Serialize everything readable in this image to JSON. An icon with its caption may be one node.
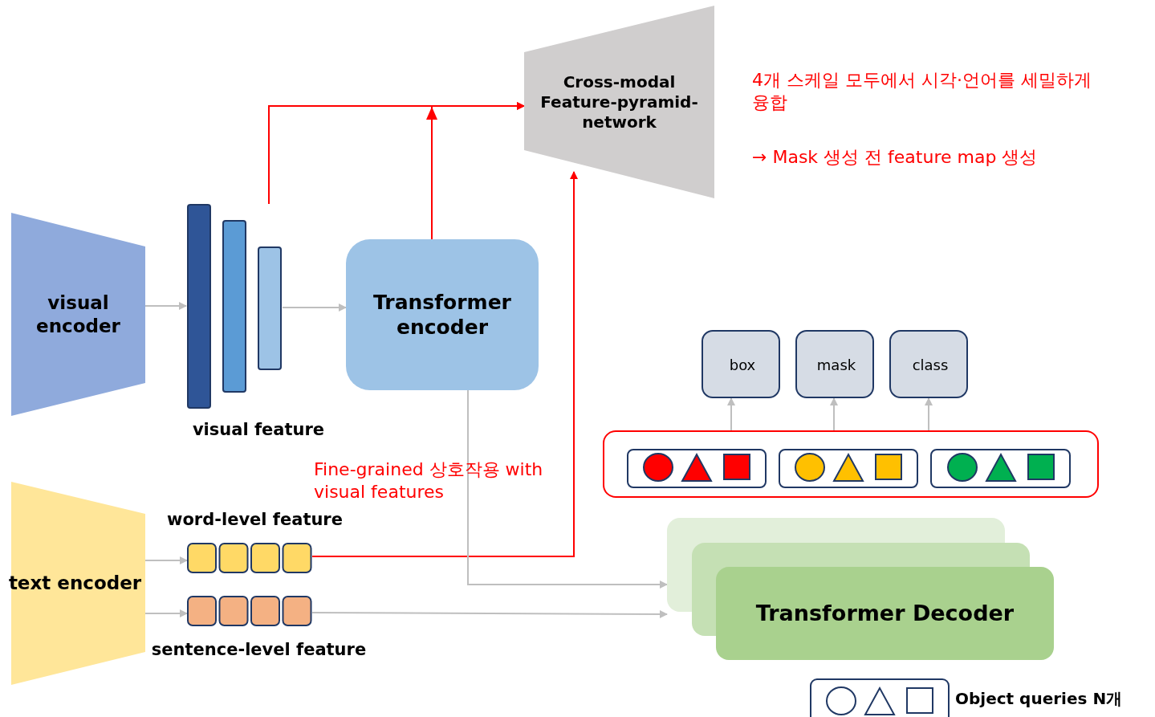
{
  "diagram": {
    "nodes": [
      {
        "text": [
          "visual encoder"
        ]
      },
      {
        "text": [],
        "shape": "bar",
        "beside": [
          "visual feature"
        ]
      },
      {
        "text": [
          "Transformer encoder"
        ]
      },
      {
        "text": [
          "Cross-modal Feature-pyramid-network"
        ]
      },
      {
        "text": [
          "text encoder"
        ]
      },
      {
        "text": [],
        "shape": "box",
        "beside": [
          "word-level feature"
        ]
      },
      {
        "text": [],
        "shape": "box",
        "beside": [
          "sentence-level feature"
        ]
      },
      {
        "text": [
          "Transformer Decoder"
        ]
      },
      {
        "text": [
          "box"
        ]
      },
      {
        "text": [
          "mask"
        ]
      },
      {
        "text": [
          "class"
        ]
      },
      {
        "text": [],
        "shape": "box"
      },
      {
        "text": [],
        "shape": "box",
        "in": 11
      },
      {
        "text": [],
        "shape": "box",
        "in": 11
      },
      {
        "text": [],
        "shape": "box",
        "in": 11
      },
      {
        "text": [],
        "shape": "box",
        "beside": [
          "Object queries N개"
        ]
      }
    ],
    "edges": [
      {
        "from": 0,
        "to": 1,
        "arrow": "to"
      },
      {
        "from": 1,
        "to": 2,
        "arrow": "to"
      },
      {
        "from": 1,
        "to": 3,
        "arrow": "to",
        "color": "#ff0000"
      },
      {
        "from": 2,
        "to": 3,
        "arrow": "to",
        "color": "#ff0000"
      },
      {
        "from": 5,
        "to": 3,
        "arrow": "to",
        "color": "#ff0000"
      },
      {
        "from": 2,
        "to": 7,
        "arrow": "to"
      },
      {
        "from": 6,
        "to": 7,
        "arrow": "to"
      },
      {
        "from": 4,
        "to": 5,
        "arrow": "to"
      },
      {
        "from": 4,
        "to": 6,
        "arrow": "to"
      },
      {
        "from": 11,
        "to": 8,
        "arrow": "to"
      },
      {
        "from": 11,
        "to": 9,
        "arrow": "to"
      },
      {
        "from": 11,
        "to": 10,
        "arrow": "to"
      }
    ],
    "labels": [
      "4개 스케일 모두에서 시각·언어를 세밀하게 융합",
      "→ Mask 생성 전 feature map 생성",
      "Fine-grained 상호작용 with visual features"
    ]
  }
}
